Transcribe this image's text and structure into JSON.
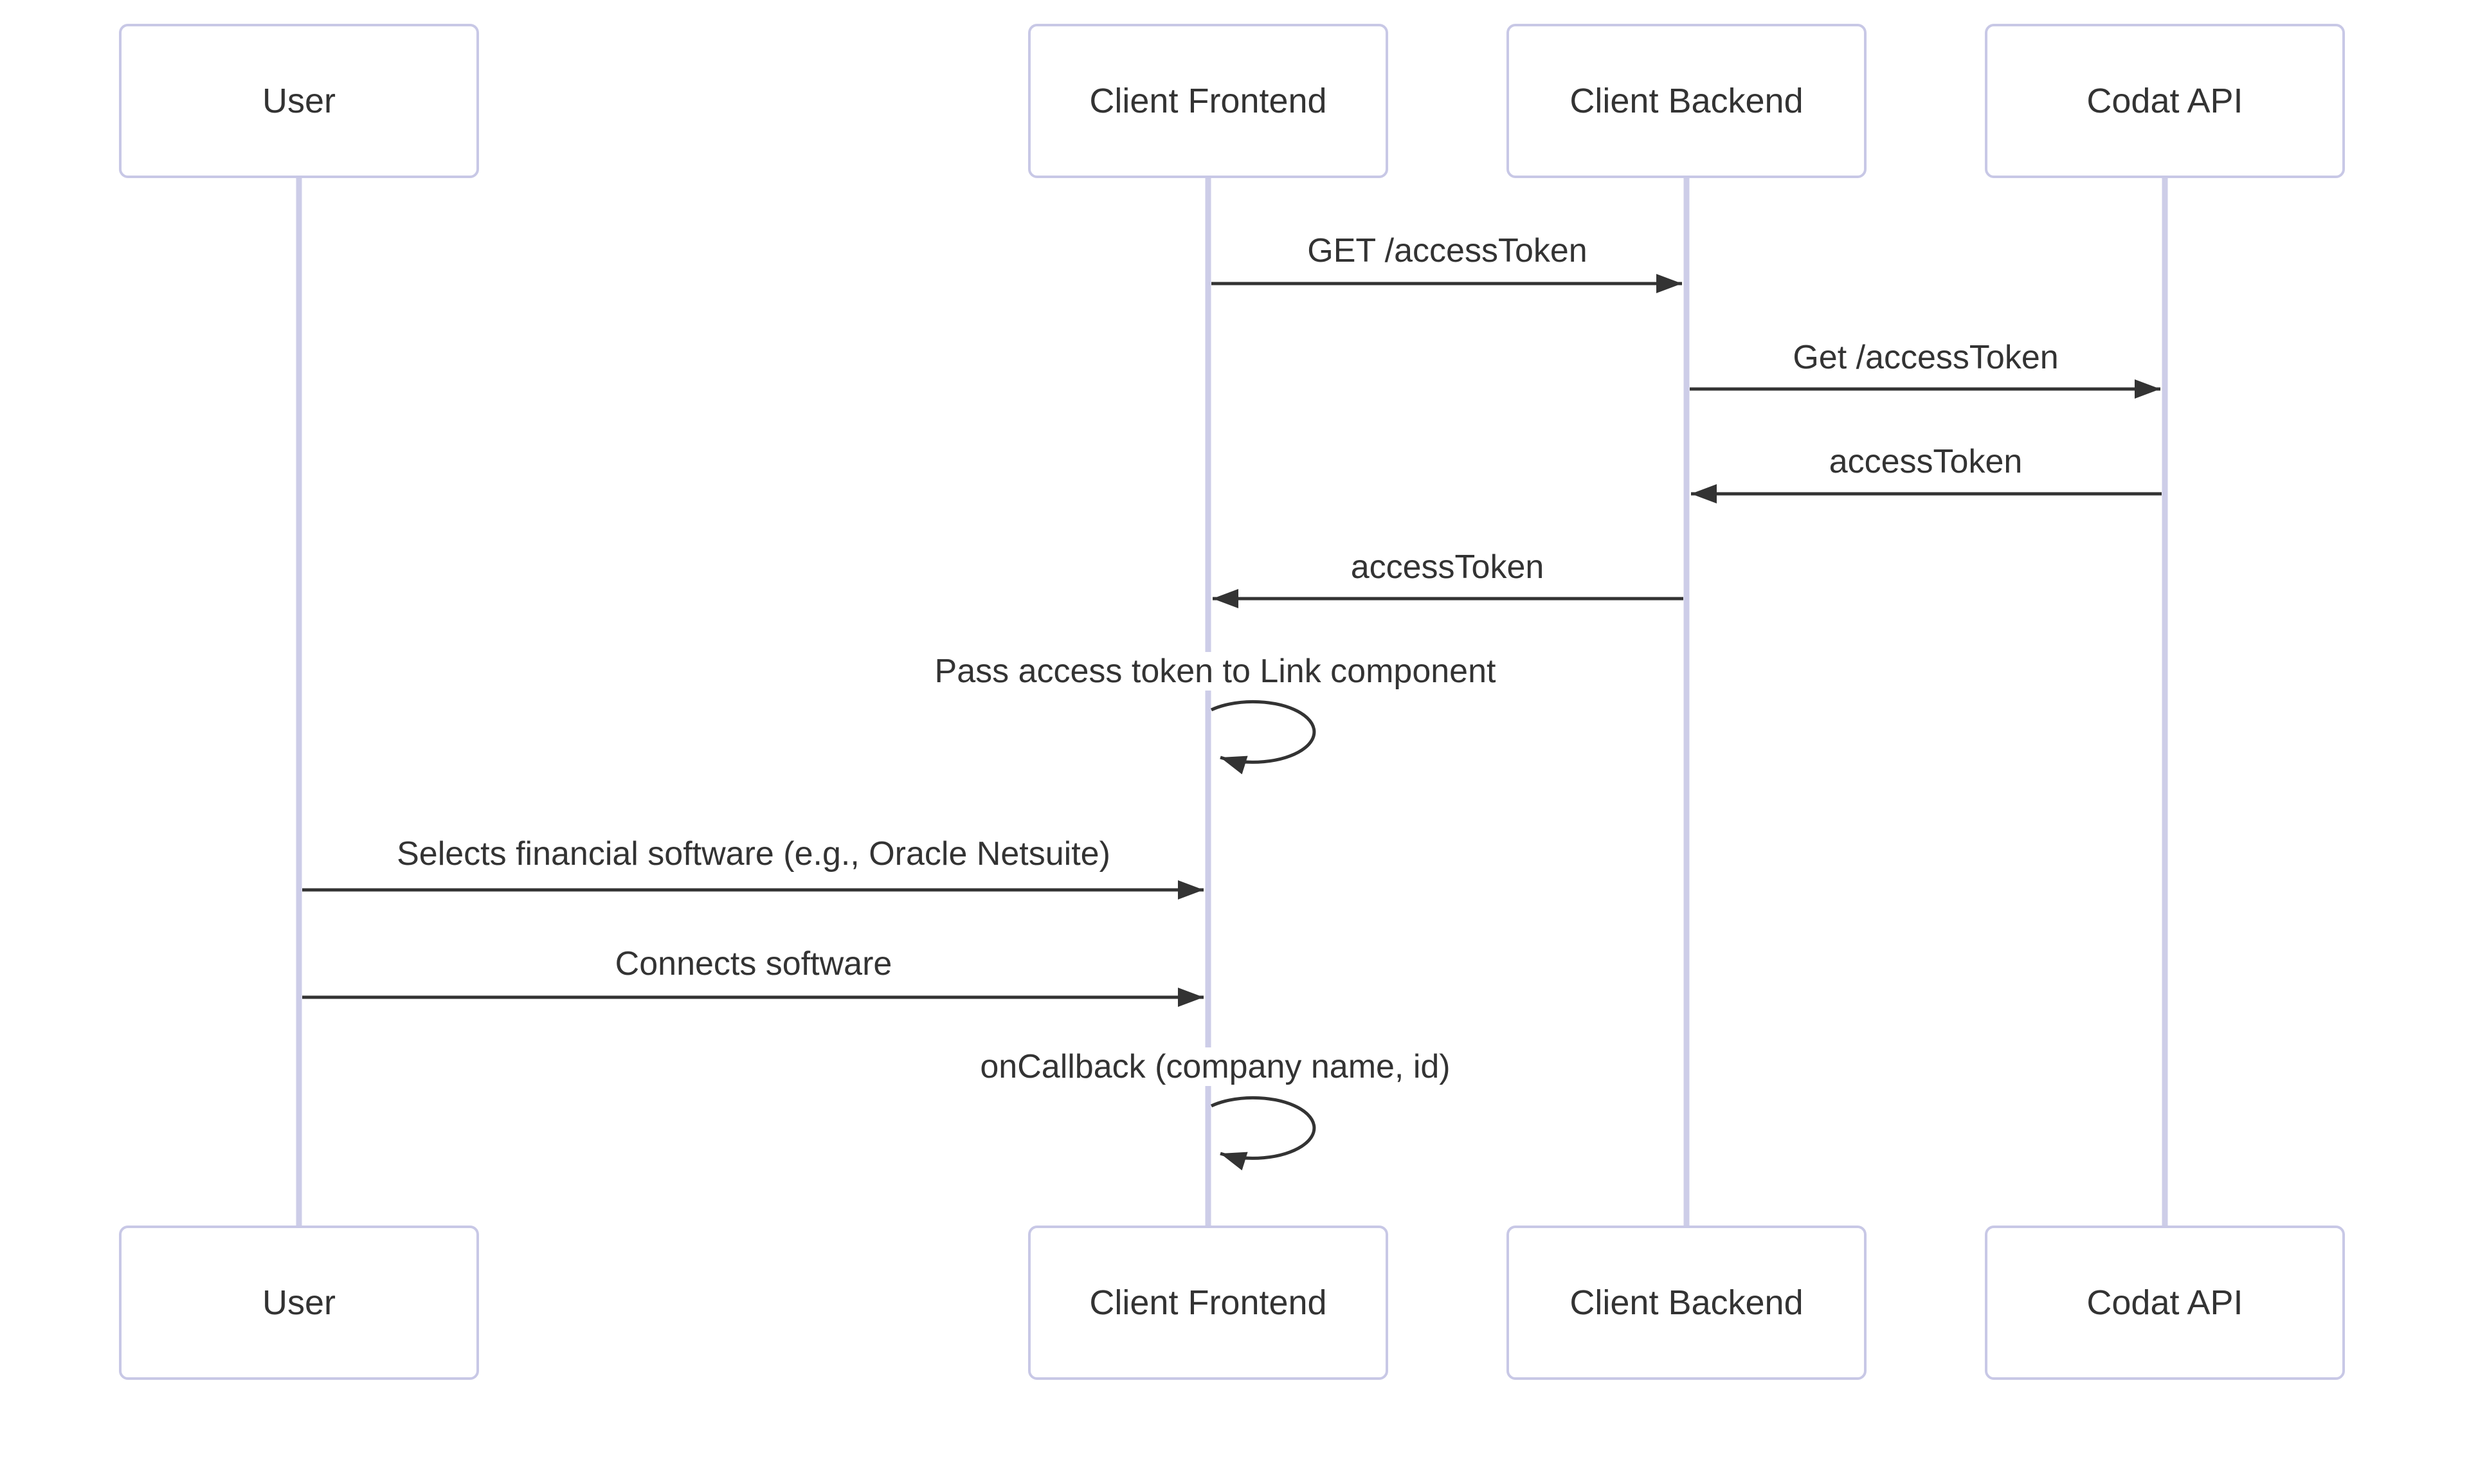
{
  "diagram": {
    "type": "sequence",
    "actors": [
      {
        "name": "User"
      },
      {
        "name": "Client Frontend"
      },
      {
        "name": "Client Backend"
      },
      {
        "name": "Codat API"
      }
    ],
    "messages": [
      {
        "from": "Client Frontend",
        "to": "Client Backend",
        "label": "GET /accessToken",
        "kind": "solid-arrow"
      },
      {
        "from": "Client Backend",
        "to": "Codat API",
        "label": "Get /accessToken",
        "kind": "solid-arrow"
      },
      {
        "from": "Codat API",
        "to": "Client Backend",
        "label": "accessToken",
        "kind": "solid-arrow"
      },
      {
        "from": "Client Backend",
        "to": "Client Frontend",
        "label": "accessToken",
        "kind": "solid-arrow"
      },
      {
        "from": "Client Frontend",
        "to": "Client Frontend",
        "label": "Pass access token to Link component",
        "kind": "self-loop"
      },
      {
        "from": "User",
        "to": "Client Frontend",
        "label": "Selects financial software (e.g., Oracle Netsuite)",
        "kind": "solid-arrow"
      },
      {
        "from": "User",
        "to": "Client Frontend",
        "label": "Connects software",
        "kind": "solid-arrow"
      },
      {
        "from": "Client Frontend",
        "to": "Client Frontend",
        "label": "onCallback (company name, id)",
        "kind": "self-loop"
      }
    ],
    "colors": {
      "background": "#ffffff",
      "actor_fill": "#ffffff",
      "actor_border": "#c8c8e6",
      "lifeline": "#cdcde8",
      "arrow": "#333333",
      "text": "#333333"
    }
  }
}
